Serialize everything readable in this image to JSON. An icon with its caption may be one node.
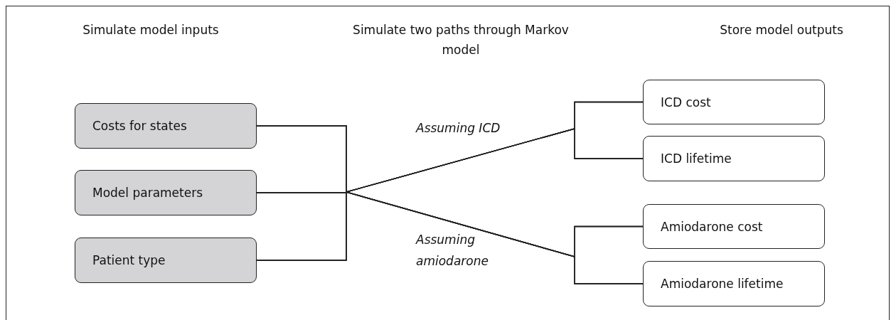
{
  "diagram": {
    "nodes": [
      {
        "text": [
          "Costs for states"
        ]
      },
      {
        "text": [
          "Model parameters"
        ]
      },
      {
        "text": [
          "Patient type"
        ]
      },
      {
        "text": [
          "ICD cost"
        ]
      },
      {
        "text": [
          "ICD lifetime"
        ]
      },
      {
        "text": [
          "Amiodarone cost"
        ]
      },
      {
        "text": [
          "Amiodarone lifetime"
        ]
      }
    ],
    "edges": [
      {
        "from": 0,
        "to": 3,
        "arrow": "none"
      },
      {
        "from": 0,
        "to": 4,
        "arrow": "none"
      },
      {
        "from": 0,
        "to": 5,
        "arrow": "none"
      },
      {
        "from": 0,
        "to": 6,
        "arrow": "none"
      },
      {
        "from": 1,
        "to": 3,
        "arrow": "none"
      },
      {
        "from": 1,
        "to": 4,
        "arrow": "none"
      },
      {
        "from": 1,
        "to": 5,
        "arrow": "none"
      },
      {
        "from": 1,
        "to": 6,
        "arrow": "none"
      },
      {
        "from": 2,
        "to": 3,
        "arrow": "none"
      },
      {
        "from": 2,
        "to": 4,
        "arrow": "none"
      },
      {
        "from": 2,
        "to": 5,
        "arrow": "none"
      },
      {
        "from": 2,
        "to": 6,
        "arrow": "none"
      }
    ],
    "labels": [
      "Simulate model inputs",
      "Simulate two paths through Markov model",
      "Store model outputs",
      "Assuming ICD",
      "Assuming amiodarone"
    ]
  }
}
